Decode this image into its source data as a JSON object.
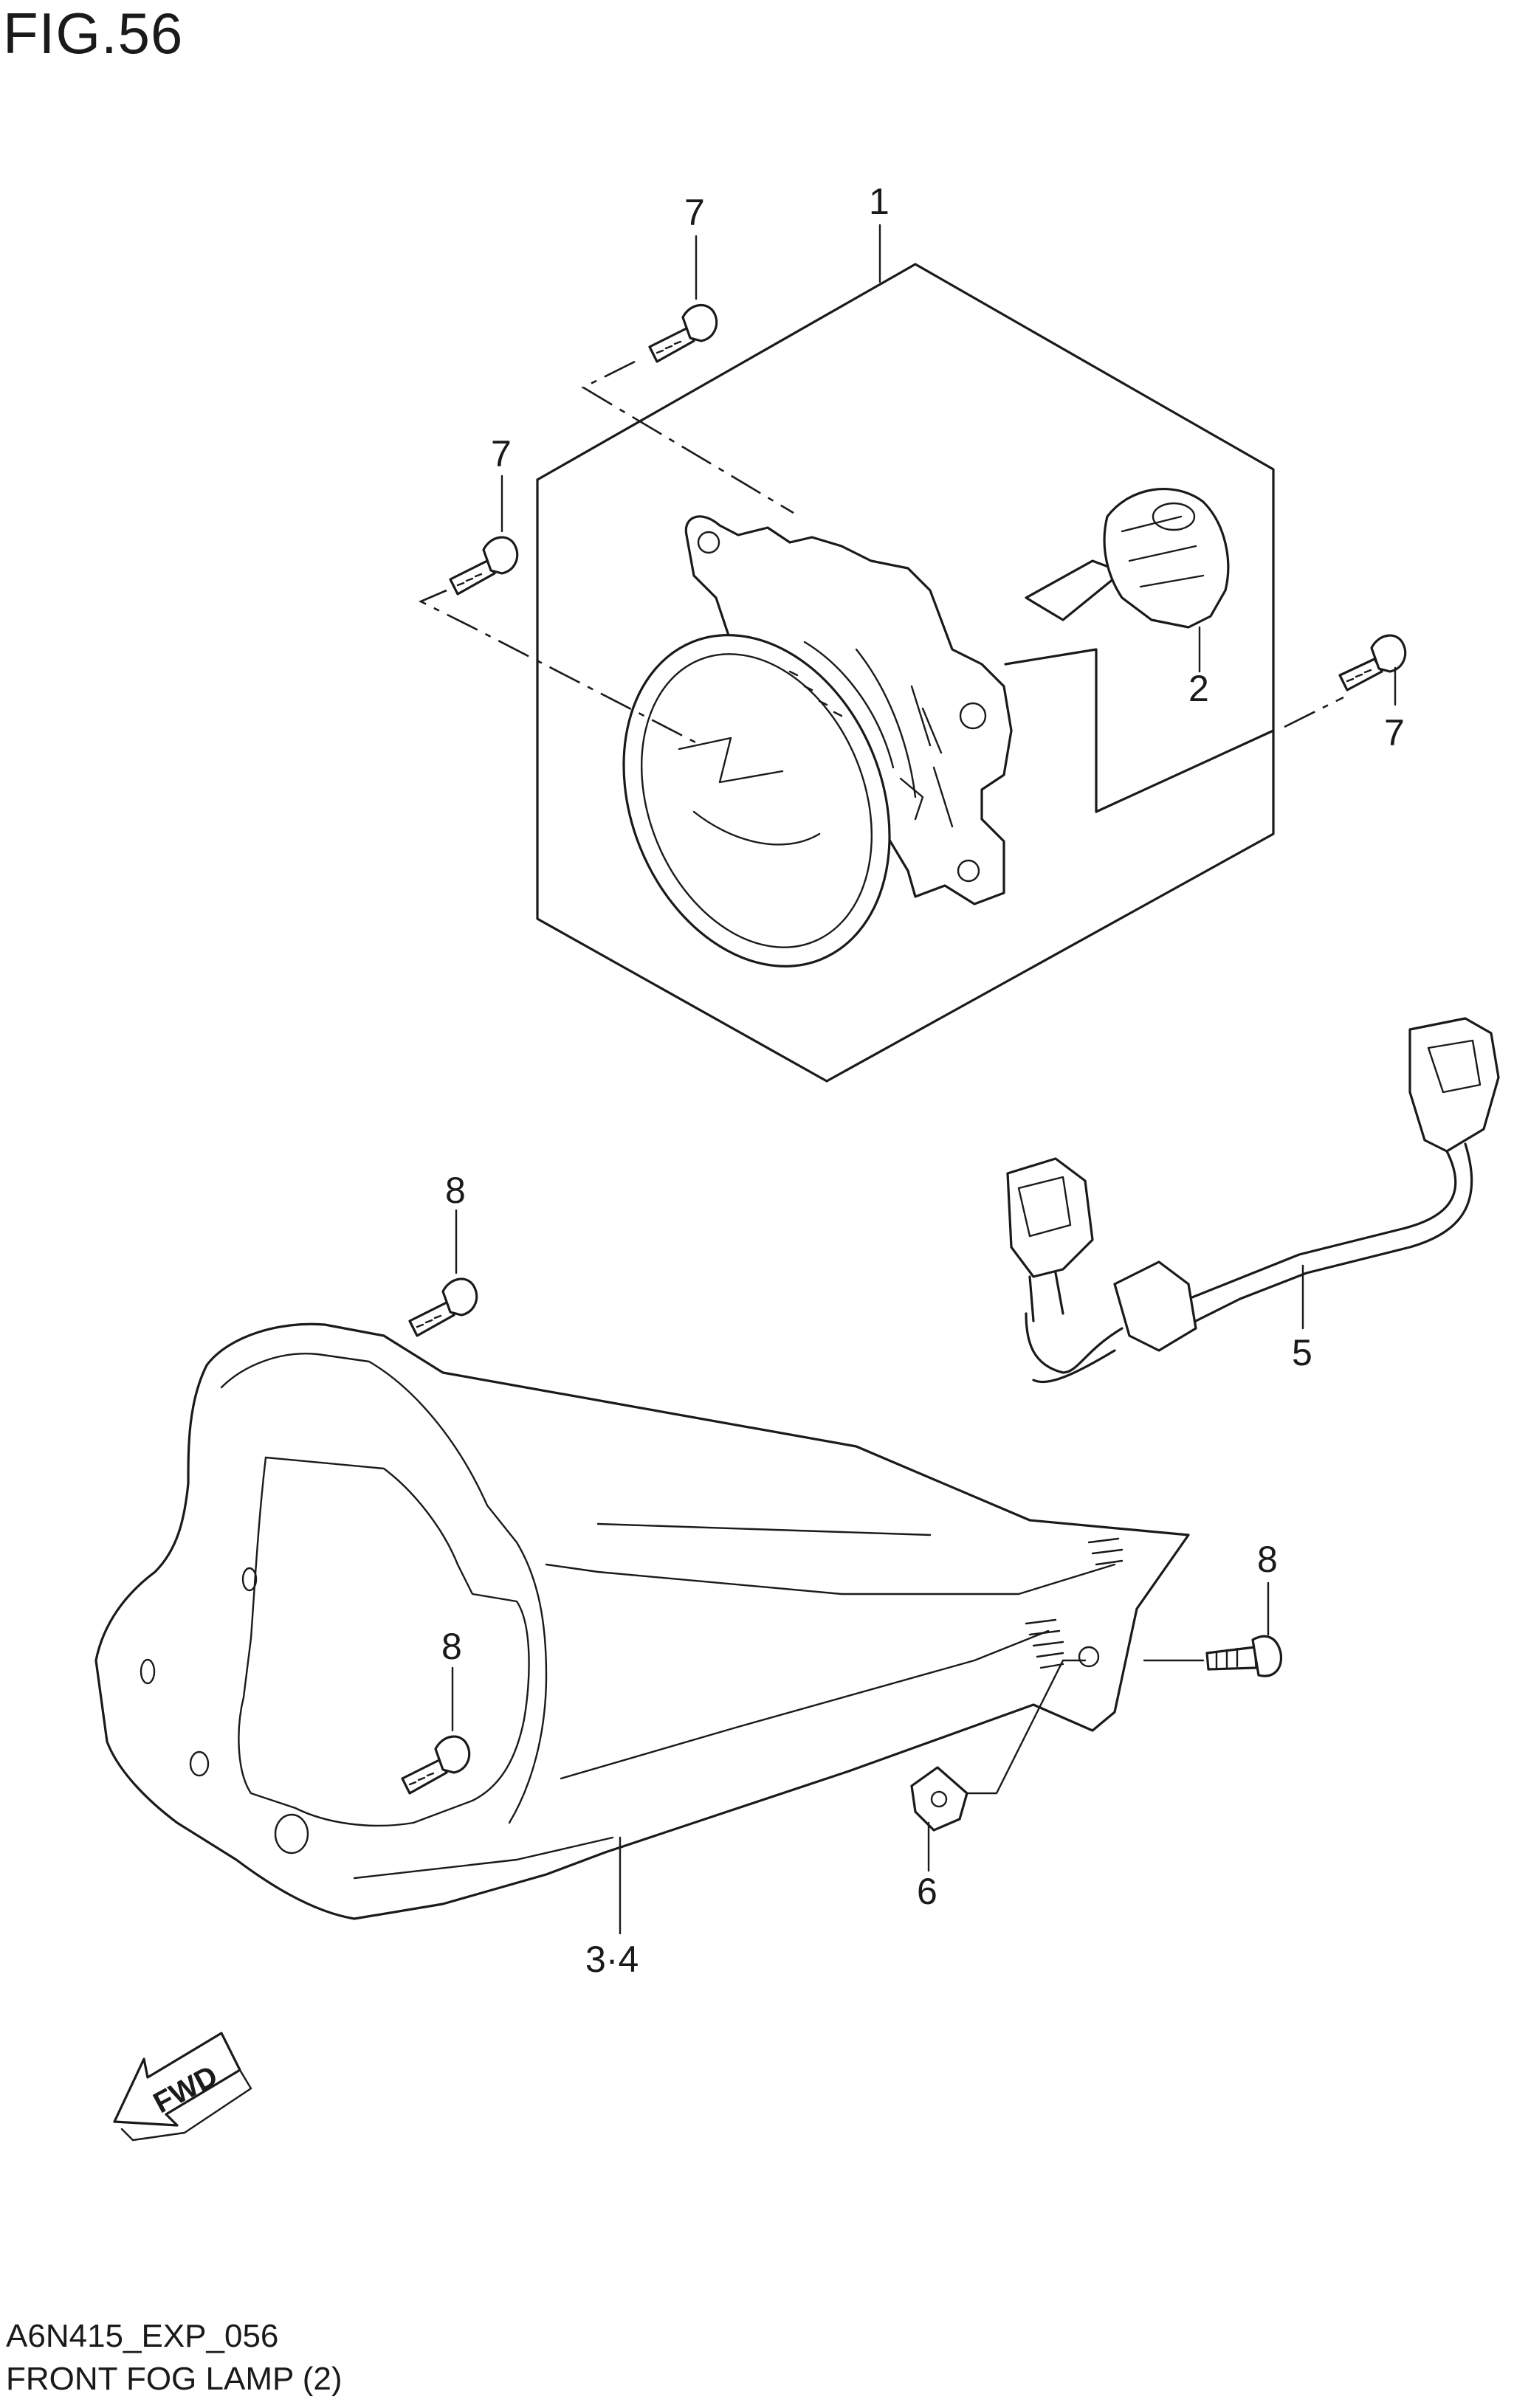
{
  "figure": {
    "title": "FIG.56",
    "code": "A6N415_EXP_056",
    "name": "FRONT FOG LAMP (2)"
  },
  "callouts": [
    {
      "id": "c1",
      "label": "1"
    },
    {
      "id": "c2",
      "label": "2"
    },
    {
      "id": "c7a",
      "label": "7"
    },
    {
      "id": "c7b",
      "label": "7"
    },
    {
      "id": "c7c",
      "label": "7"
    },
    {
      "id": "c8a",
      "label": "8"
    },
    {
      "id": "c8b",
      "label": "8"
    },
    {
      "id": "c8c",
      "label": "8"
    },
    {
      "id": "c5",
      "label": "5"
    },
    {
      "id": "c6",
      "label": "6"
    },
    {
      "id": "c34",
      "label": "3·4"
    }
  ],
  "direction_marker": {
    "label": "FWD",
    "icon": "fwd-arrow-icon"
  },
  "colors": {
    "line": "#1a1a1a",
    "background": "#ffffff"
  }
}
